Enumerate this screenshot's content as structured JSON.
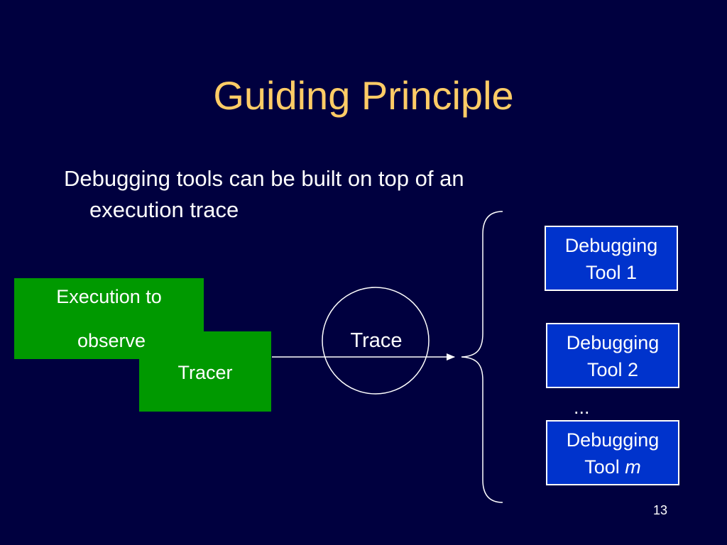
{
  "slide": {
    "title": "Guiding Principle",
    "bullet_line1": "Debugging tools can be built on top of an",
    "bullet_line2": "execution trace",
    "page_number": "13"
  },
  "diagram": {
    "execution_box": {
      "line1": "Execution to",
      "line2": "observe"
    },
    "tracer_box": "Tracer",
    "trace_label": "Trace",
    "tools": [
      {
        "line1": "Debugging",
        "line2_prefix": "Tool ",
        "line2_suffix": "1",
        "suffix_italic": false
      },
      {
        "line1": "Debugging",
        "line2_prefix": "Tool ",
        "line2_suffix": "2",
        "suffix_italic": false
      },
      {
        "line1": "Debugging",
        "line2_prefix": "Tool ",
        "line2_suffix": "m",
        "suffix_italic": true
      }
    ],
    "ellipsis": "...",
    "colors": {
      "background": "#00003f",
      "title": "#ffcc66",
      "green_box": "#009900",
      "blue_box": "#0033cc",
      "text": "#ffffff"
    }
  }
}
